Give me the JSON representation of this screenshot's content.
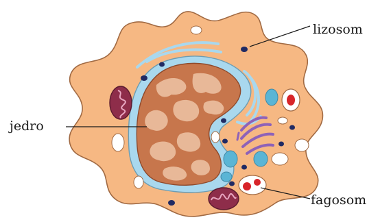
{
  "diagram": {
    "labels": {
      "lysosome": "lizosom",
      "nucleus": "jedro",
      "phagosome": "fagosom"
    },
    "colors": {
      "cytoplasm": "#f6b883",
      "cell_outline": "#a16a43",
      "nuclear_envelope": "#a9d8ee",
      "nucleus": "#c7764c",
      "chromatin": "#e8b898",
      "mitochondrion": "#8e2d4a",
      "golgi": "#8e62b8",
      "vesicle_blue": "#5ab5d5",
      "lysosome_dot": "#202a63",
      "phagosome_red": "#d8252a"
    }
  }
}
